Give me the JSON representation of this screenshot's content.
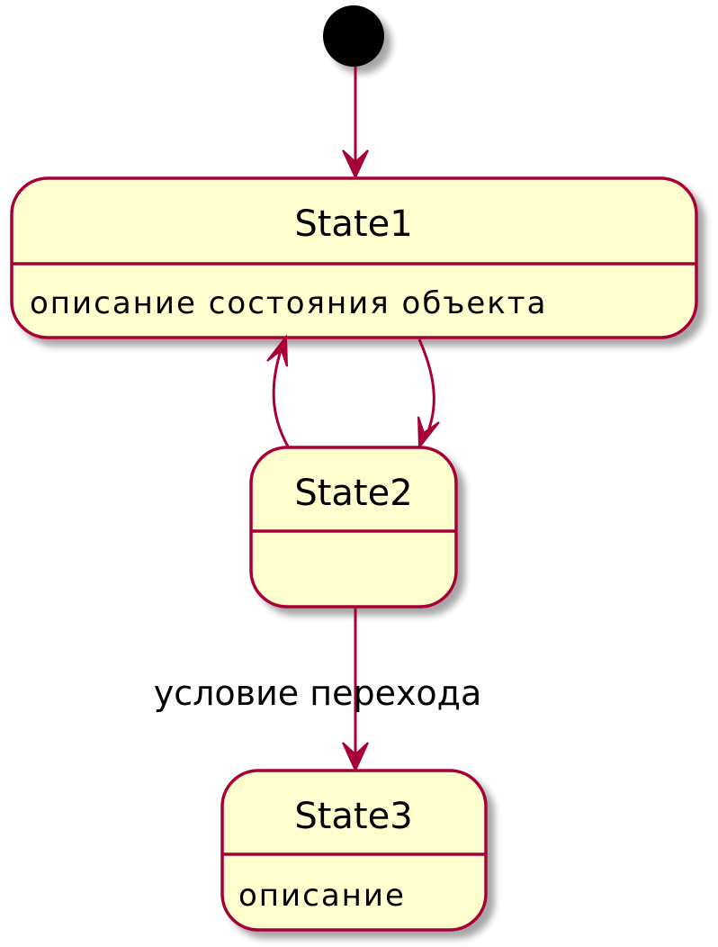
{
  "diagram": {
    "type": "state",
    "colors": {
      "state_fill": "#FEFECE",
      "state_border": "#A80036",
      "arrow": "#A80036",
      "shadow": "#C8C8C8",
      "initial": "#000000"
    },
    "states": [
      {
        "id": "State1",
        "title": "State1",
        "description": "описание состояния объекта"
      },
      {
        "id": "State2",
        "title": "State2",
        "description": ""
      },
      {
        "id": "State3",
        "title": "State3",
        "description": "описание"
      }
    ],
    "transitions": [
      {
        "from": "start",
        "to": "State1",
        "label": ""
      },
      {
        "from": "State1",
        "to": "State2",
        "label": ""
      },
      {
        "from": "State2",
        "to": "State1",
        "label": ""
      },
      {
        "from": "State2",
        "to": "State3",
        "label": "условие перехода"
      }
    ]
  }
}
